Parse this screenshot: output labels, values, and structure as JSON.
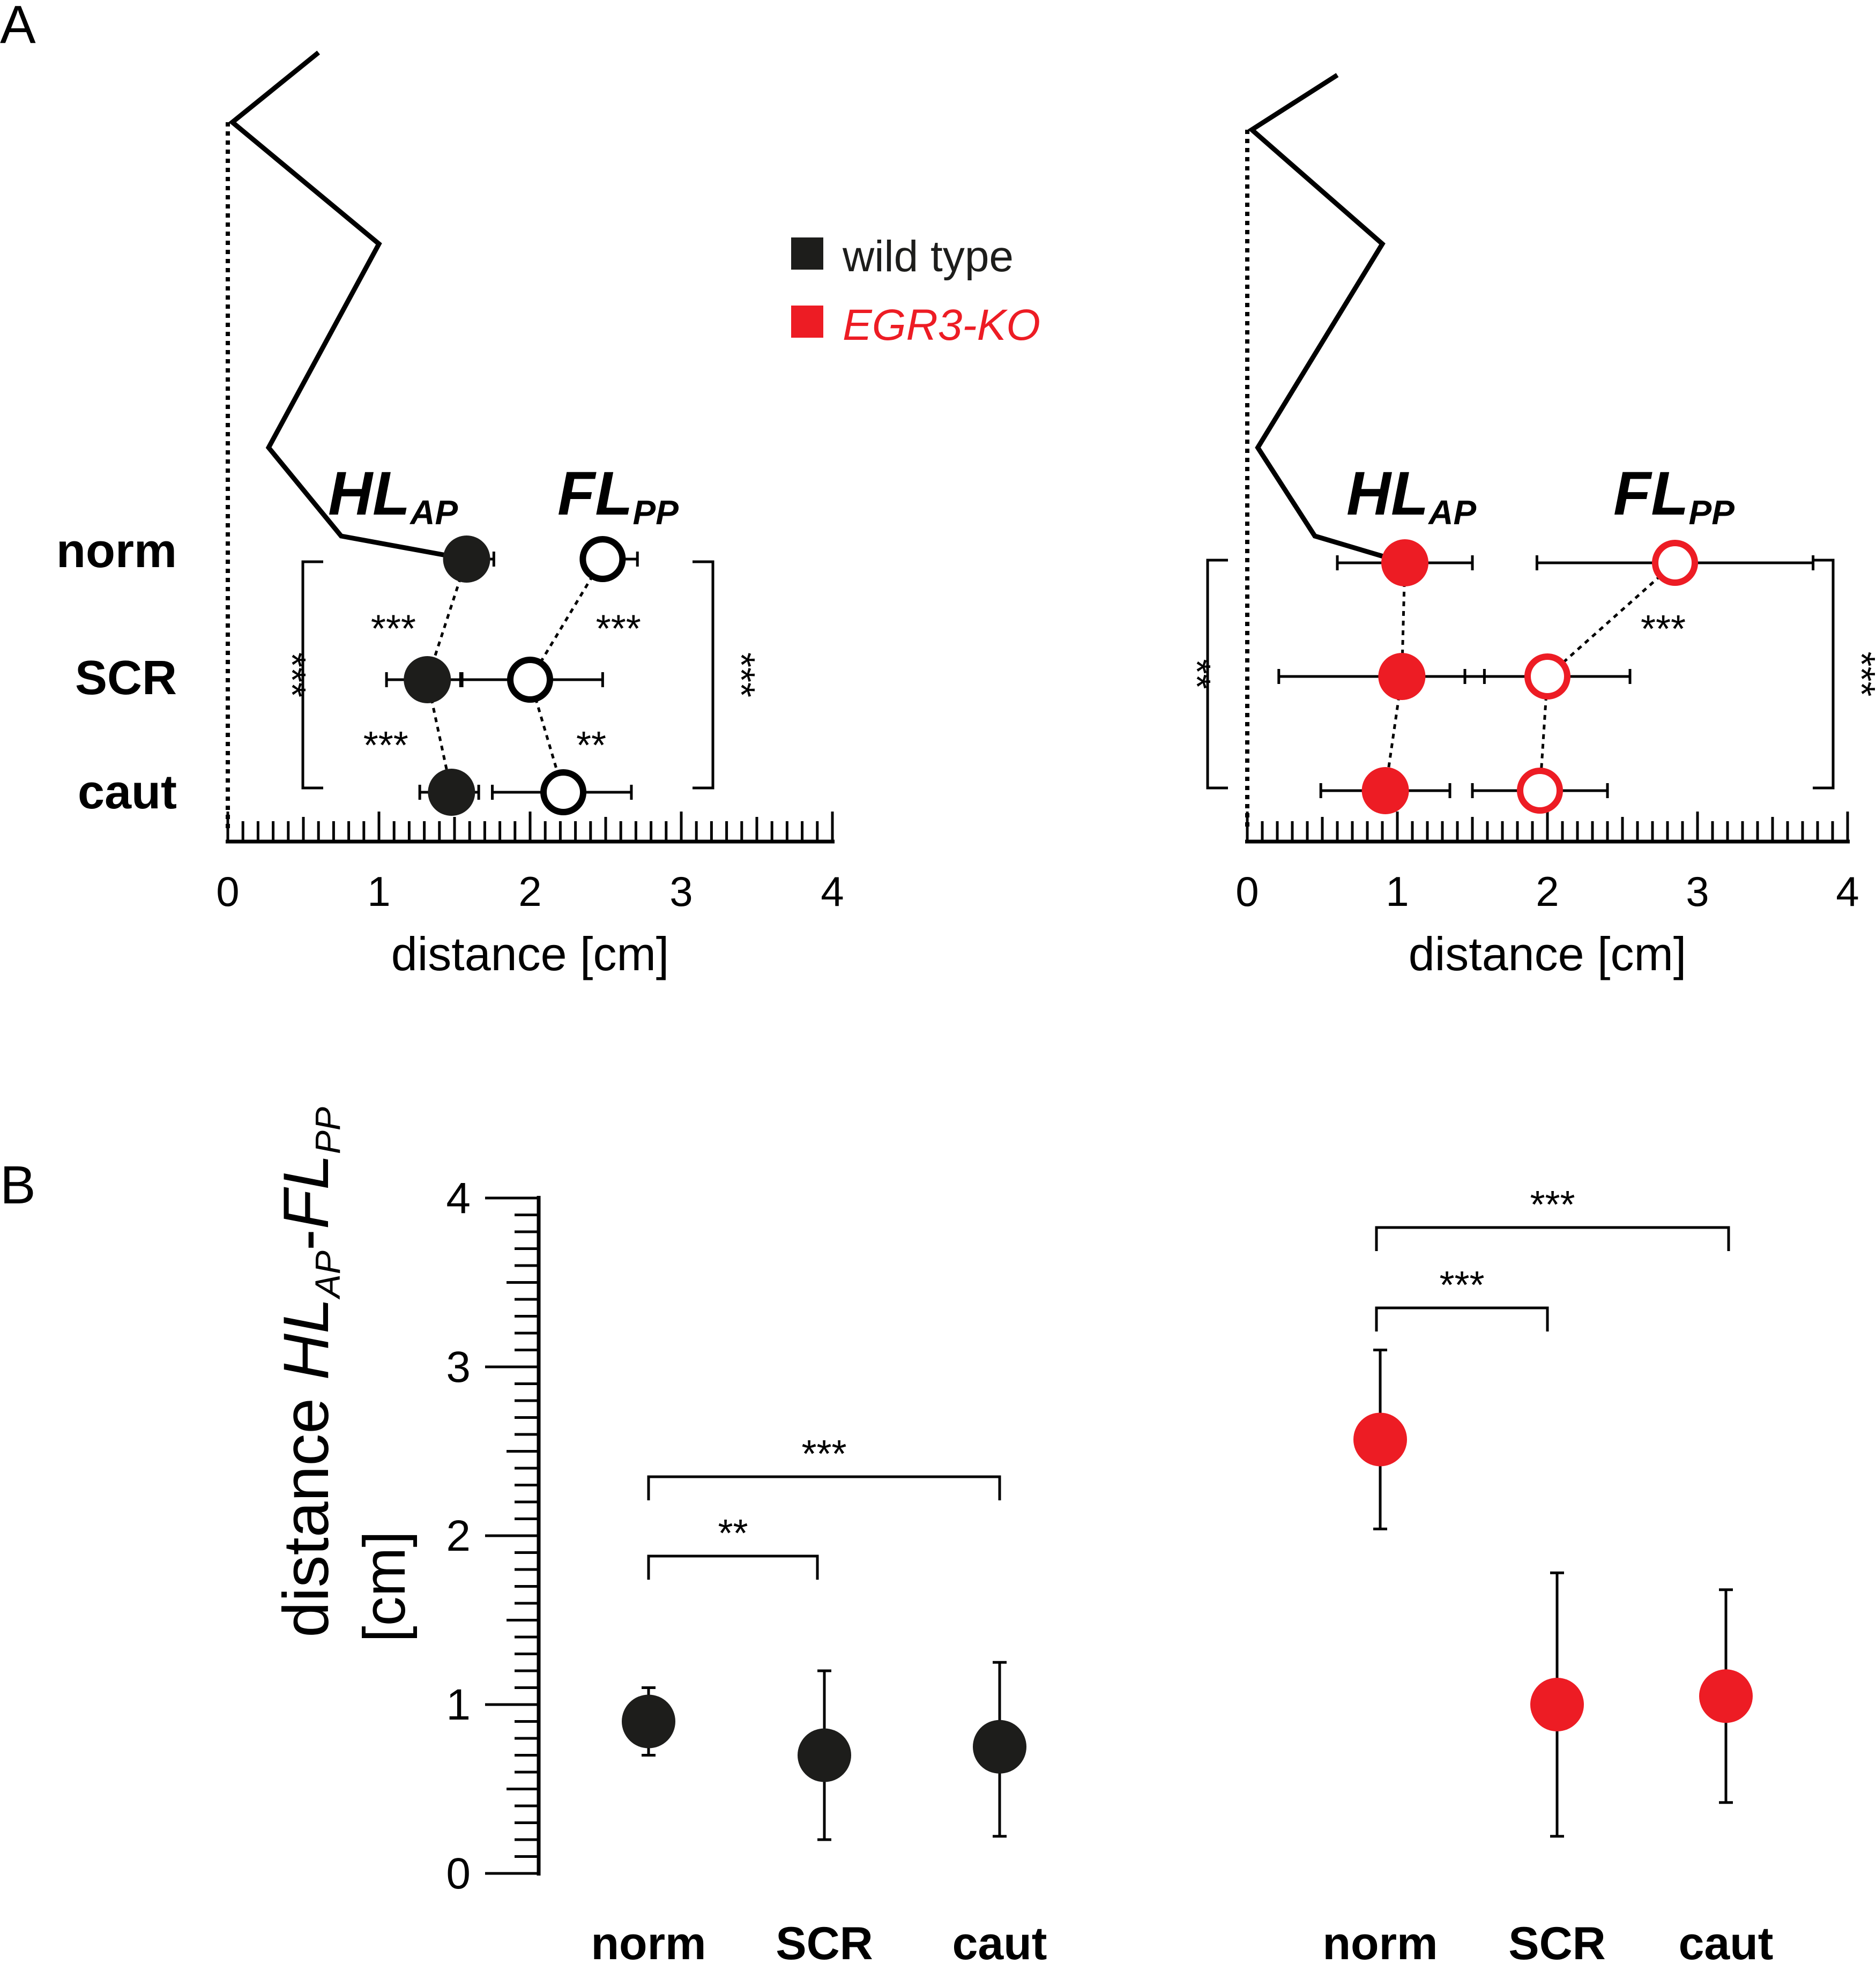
{
  "colors": {
    "wt": "#1d1d1b",
    "ko": "#ed1c24",
    "axis": "#000000"
  },
  "panel_labels": {
    "a": "A",
    "b": "B"
  },
  "legend": {
    "wt": "wild type",
    "ko": "EGR3-KO"
  },
  "limb_labels": {
    "hl_main": "HL",
    "hl_sub": "AP",
    "fl_main": "FL",
    "fl_sub": "PP"
  },
  "rows": [
    "norm",
    "SCR",
    "caut"
  ],
  "chart_data": [
    {
      "panel": "A",
      "type": "scatter",
      "name": "wild type",
      "color": "#1d1d1b",
      "xlabel": "distance [cm]",
      "xlim": [
        0,
        4
      ],
      "xticks": [
        "0",
        "1",
        "2",
        "3",
        "4"
      ],
      "categories": [
        "norm",
        "SCR",
        "caut"
      ],
      "series": [
        {
          "name": "HLAP",
          "filled": true,
          "values": [
            1.58,
            1.32,
            1.48
          ],
          "err_lo": [
            0.12,
            0.27,
            0.21
          ],
          "err_hi": [
            0.18,
            0.22,
            0.18
          ]
        },
        {
          "name": "FLPP",
          "filled": false,
          "values": [
            2.48,
            2.0,
            2.22
          ],
          "err_lo": [
            0.08,
            0.45,
            0.47
          ],
          "err_hi": [
            0.23,
            0.48,
            0.45
          ]
        }
      ],
      "body_outline_x": [
        0.6,
        0.03,
        1.0,
        0.27,
        0.75,
        1.58
      ],
      "annotations": {
        "hl_between": [
          "***",
          "***"
        ],
        "fl_between": [
          "***",
          "**"
        ],
        "hl_bracket": "***",
        "fl_bracket": "***"
      }
    },
    {
      "panel": "A",
      "type": "scatter",
      "name": "EGR3-KO",
      "color": "#ed1c24",
      "xlabel": "distance [cm]",
      "xlim": [
        0,
        4
      ],
      "xticks": [
        "0",
        "1",
        "2",
        "3",
        "4"
      ],
      "categories": [
        "norm",
        "SCR",
        "caut"
      ],
      "series": [
        {
          "name": "HLAP",
          "filled": true,
          "values": [
            1.05,
            1.03,
            0.92
          ],
          "err_lo": [
            0.45,
            0.82,
            0.43
          ],
          "err_hi": [
            0.45,
            0.55,
            0.43
          ]
        },
        {
          "name": "FLPP",
          "filled": false,
          "values": [
            2.85,
            2.0,
            1.95
          ],
          "err_lo": [
            0.92,
            0.55,
            0.45
          ],
          "err_hi": [
            0.92,
            0.55,
            0.45
          ]
        }
      ],
      "body_outline_x": [
        0.6,
        0.03,
        0.9,
        0.07,
        0.45,
        1.05
      ],
      "annotations": {
        "hl_between": [
          "",
          ""
        ],
        "fl_between": [
          "***",
          ""
        ],
        "hl_bracket": "**",
        "fl_bracket": "***"
      }
    },
    {
      "panel": "B",
      "type": "scatter",
      "ylabel_prefix": "distance ",
      "ylabel_hl": "HL",
      "ylabel_hl_sub": "AP",
      "ylabel_dash": "-",
      "ylabel_fl": "FL",
      "ylabel_fl_sub": "PP",
      "ylabel_unit": "[cm]",
      "ylim": [
        0,
        4
      ],
      "yticks": [
        "0",
        "1",
        "2",
        "3",
        "4"
      ],
      "categories": [
        "norm",
        "SCR",
        "caut"
      ],
      "series": [
        {
          "name": "wild type",
          "color": "#1d1d1b",
          "values": [
            0.9,
            0.7,
            0.75
          ],
          "err_lo": [
            0.2,
            0.5,
            0.53
          ],
          "err_hi": [
            0.2,
            0.5,
            0.5
          ]
        },
        {
          "name": "EGR3-KO",
          "color": "#ed1c24",
          "values": [
            2.57,
            1.0,
            1.05
          ],
          "err_lo": [
            0.53,
            0.78,
            0.63
          ],
          "err_hi": [
            0.53,
            0.78,
            0.63
          ]
        }
      ],
      "significance": {
        "wt_short": "**",
        "wt_long": "***",
        "ko_short": "***",
        "ko_long": "***"
      }
    }
  ]
}
